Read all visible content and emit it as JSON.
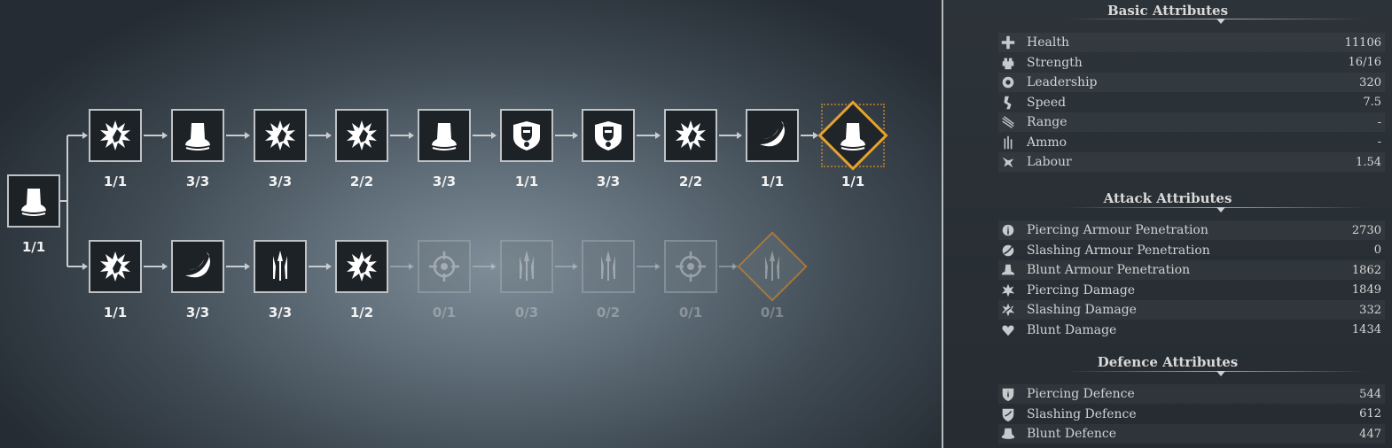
{
  "skill_tree": {
    "root": {
      "level": "1/1",
      "icon": "helmet-icon"
    },
    "top_row": [
      {
        "icon": "burst-icon",
        "level": "1/1",
        "locked": false
      },
      {
        "icon": "helmet-icon",
        "level": "3/3",
        "locked": false
      },
      {
        "icon": "burst-icon",
        "level": "3/3",
        "locked": false
      },
      {
        "icon": "burst-icon",
        "level": "2/2",
        "locked": false
      },
      {
        "icon": "helmet-icon",
        "level": "3/3",
        "locked": false
      },
      {
        "icon": "knight-shield-icon",
        "level": "1/1",
        "locked": false
      },
      {
        "icon": "knight-shield-icon",
        "level": "3/3",
        "locked": false
      },
      {
        "icon": "burst-icon",
        "level": "2/2",
        "locked": false
      },
      {
        "icon": "swoosh-icon",
        "level": "1/1",
        "locked": false
      },
      {
        "icon": "helmet-icon",
        "level": "1/1",
        "locked": false,
        "diamond": true
      }
    ],
    "bottom_row": [
      {
        "icon": "burst-icon",
        "level": "1/1",
        "locked": false
      },
      {
        "icon": "swoosh-icon",
        "level": "3/3",
        "locked": false
      },
      {
        "icon": "spear-icon",
        "level": "3/3",
        "locked": false
      },
      {
        "icon": "burst-icon",
        "level": "1/2",
        "locked": false
      },
      {
        "icon": "target-icon",
        "level": "0/1",
        "locked": true
      },
      {
        "icon": "spear-icon",
        "level": "0/3",
        "locked": true
      },
      {
        "icon": "spear-icon",
        "level": "0/2",
        "locked": true
      },
      {
        "icon": "target-icon",
        "level": "0/1",
        "locked": true
      },
      {
        "icon": "spear-icon",
        "level": "0/1",
        "locked": true,
        "diamond": true
      }
    ]
  },
  "attributes": {
    "basic": {
      "title": "Basic Attributes",
      "rows": [
        {
          "icon": "health-icon",
          "label": "Health",
          "value": "11106"
        },
        {
          "icon": "strength-icon",
          "label": "Strength",
          "value": "16/16"
        },
        {
          "icon": "leadership-icon",
          "label": "Leadership",
          "value": "320"
        },
        {
          "icon": "speed-icon",
          "label": "Speed",
          "value": "7.5"
        },
        {
          "icon": "range-icon",
          "label": "Range",
          "value": "-"
        },
        {
          "icon": "ammo-icon",
          "label": "Ammo",
          "value": "-"
        },
        {
          "icon": "labour-icon",
          "label": "Labour",
          "value": "1.54"
        }
      ]
    },
    "attack": {
      "title": "Attack Attributes",
      "rows": [
        {
          "icon": "piercing-penetration-icon",
          "label": "Piercing Armour Penetration",
          "value": "2730"
        },
        {
          "icon": "slashing-penetration-icon",
          "label": "Slashing Armour Penetration",
          "value": "0"
        },
        {
          "icon": "blunt-penetration-icon",
          "label": "Blunt Armour Penetration",
          "value": "1862"
        },
        {
          "icon": "piercing-damage-icon",
          "label": "Piercing Damage",
          "value": "1849"
        },
        {
          "icon": "slashing-damage-icon",
          "label": "Slashing Damage",
          "value": "332"
        },
        {
          "icon": "blunt-damage-icon",
          "label": "Blunt Damage",
          "value": "1434"
        }
      ]
    },
    "defence": {
      "title": "Defence Attributes",
      "rows": [
        {
          "icon": "piercing-defence-icon",
          "label": "Piercing Defence",
          "value": "544"
        },
        {
          "icon": "slashing-defence-icon",
          "label": "Slashing Defence",
          "value": "612"
        },
        {
          "icon": "blunt-defence-icon",
          "label": "Blunt Defence",
          "value": "447"
        }
      ]
    }
  },
  "colors": {
    "accent_orange": "#e6a22c",
    "node_border": "#bfc3c6",
    "node_fill": "#1d2227",
    "panel_bg": "#2a3036"
  }
}
